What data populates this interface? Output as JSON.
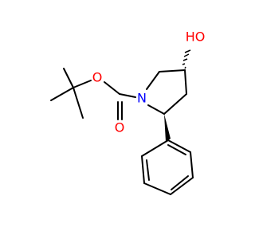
{
  "molecule": {
    "atoms": {
      "hydroxyl": "HO",
      "ring_nitrogen": "N",
      "ester_oxygen": "O",
      "carbonyl_oxygen": "O"
    }
  },
  "colors": {
    "bond": "#000000",
    "oxygen": "#FF0000",
    "nitrogen": "#0000FF",
    "background": "#FFFFFF"
  }
}
